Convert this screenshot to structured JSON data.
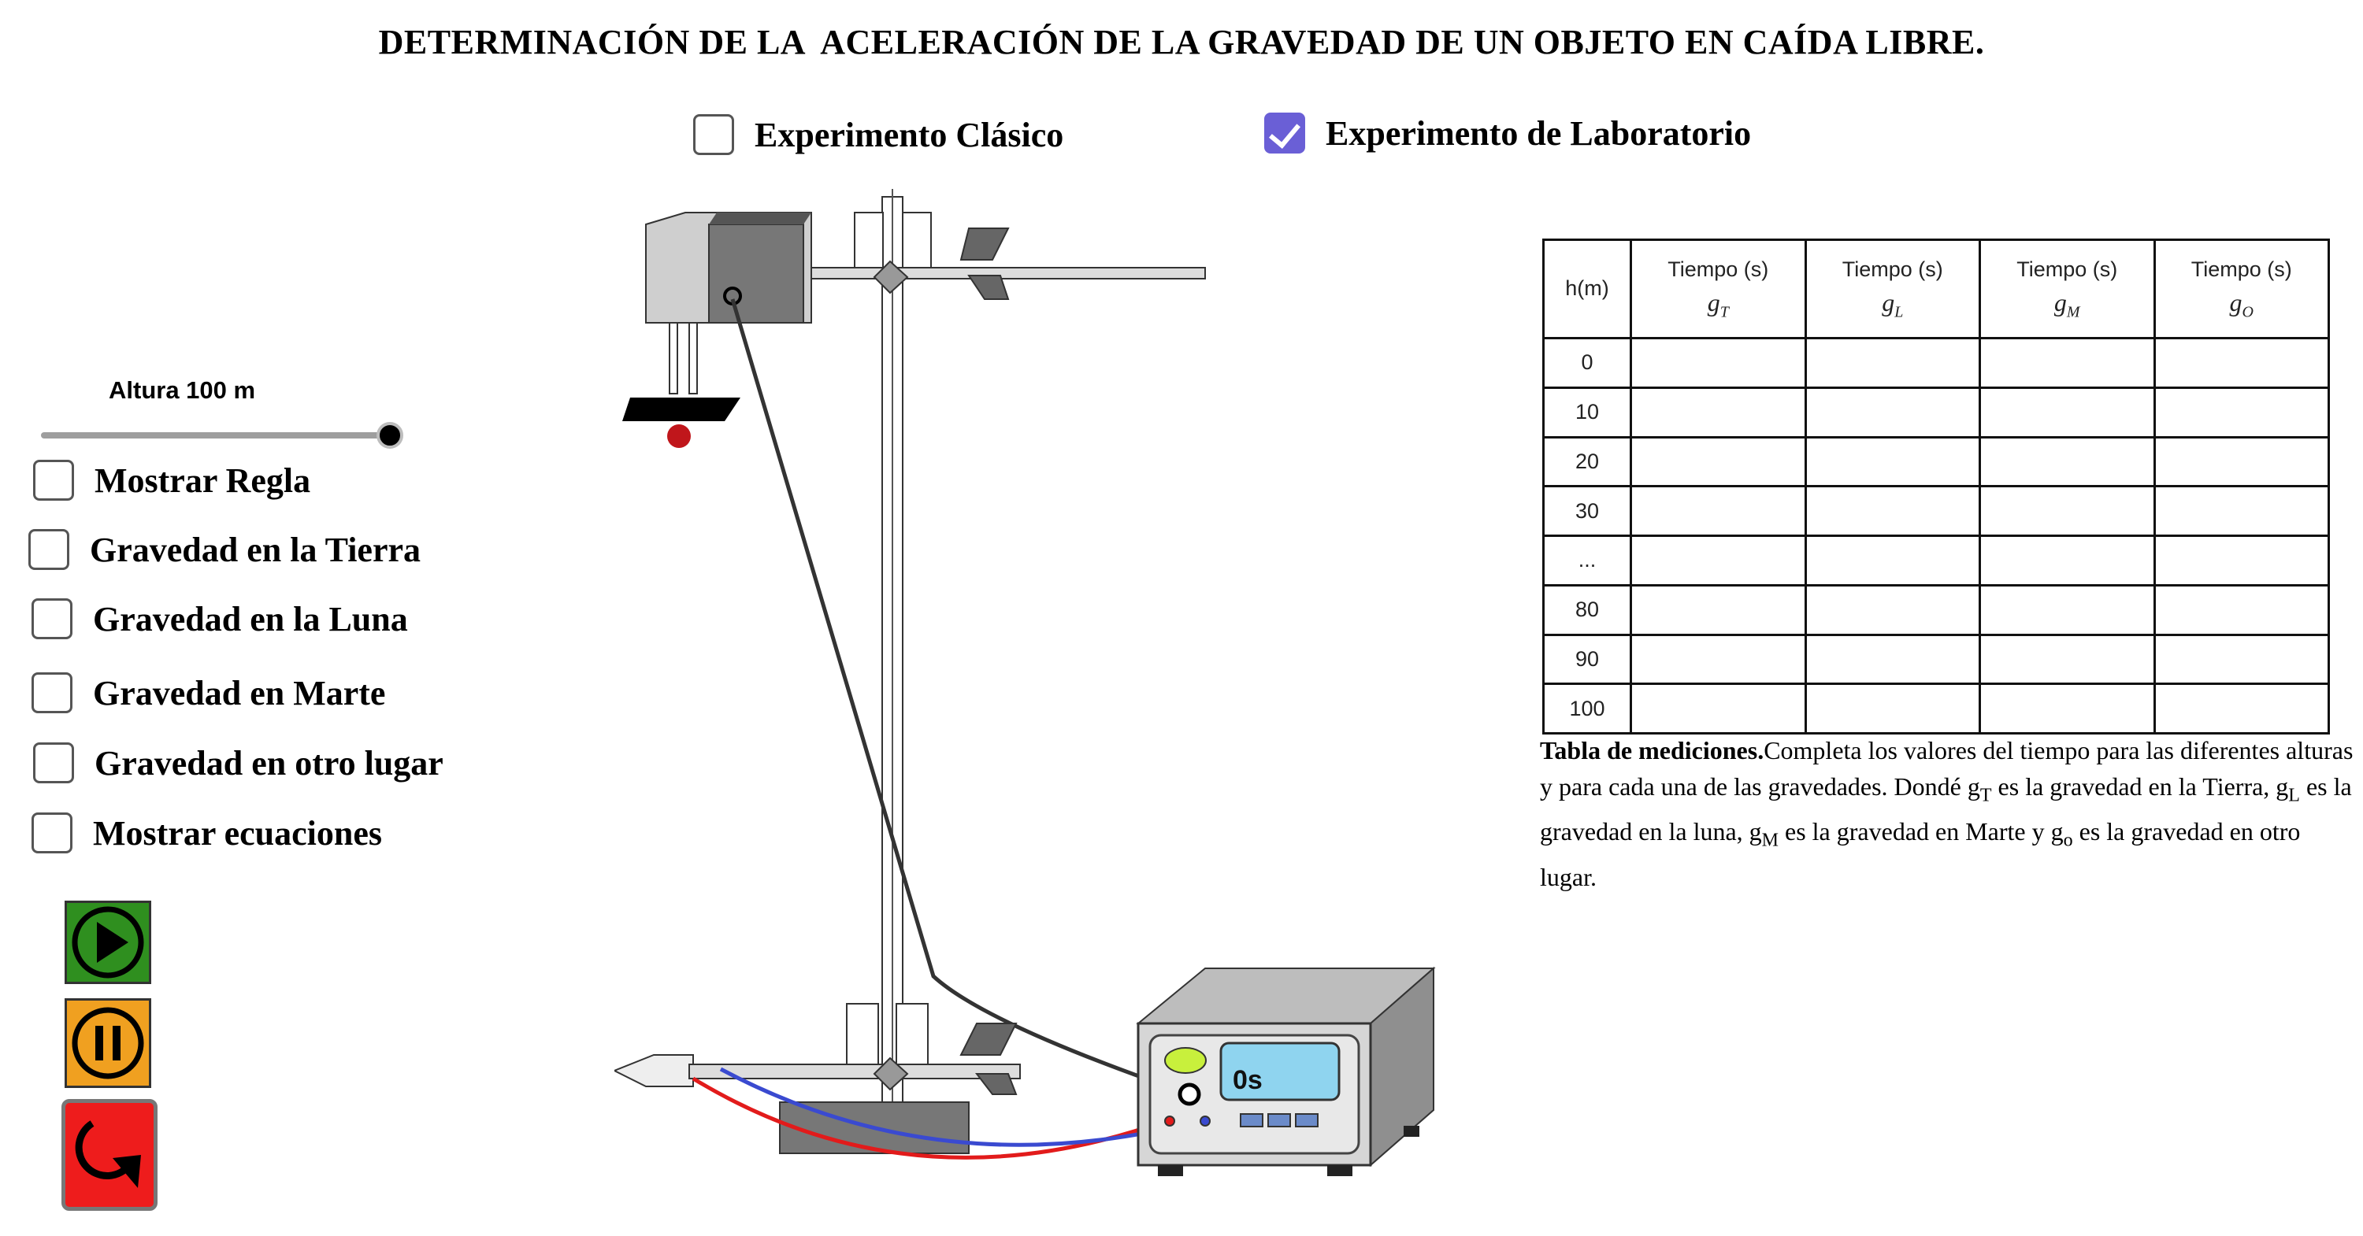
{
  "title": "DETERMINACIÓN DE LA  ACELERACIÓN DE LA GRAVEDAD DE UN OBJETO EN CAÍDA LIBRE.",
  "mode": {
    "classic": {
      "label": "Experimento Clásico",
      "checked": false
    },
    "lab": {
      "label": "Experimento de Laboratorio",
      "checked": true
    }
  },
  "slider": {
    "label": "Altura 100 m",
    "value": 100,
    "max": 100
  },
  "options": [
    {
      "label": "Mostrar Regla",
      "checked": false
    },
    {
      "label": "Gravedad en la Tierra",
      "checked": false
    },
    {
      "label": "Gravedad en la Luna",
      "checked": false
    },
    {
      "label": "Gravedad en Marte",
      "checked": false
    },
    {
      "label": "Gravedad en otro lugar",
      "checked": false
    },
    {
      "label": "Mostrar ecuaciones",
      "checked": false
    }
  ],
  "controls": {
    "play": "play-icon",
    "pause": "pause-icon",
    "reset": "reset-icon"
  },
  "colors": {
    "accent": "#6a5fd6",
    "play": "#2f8f1f",
    "pause": "#f0a020",
    "reset": "#ee1c1c",
    "ball": "#c0161b",
    "display": "#8fd4ef"
  },
  "timer": {
    "display": "0s"
  },
  "table": {
    "h_header": "h(m)",
    "time_header": "Tiempo (s)",
    "columns": [
      {
        "symbol": "g",
        "sub": "T"
      },
      {
        "symbol": "g",
        "sub": "L"
      },
      {
        "symbol": "g",
        "sub": "M"
      },
      {
        "symbol": "g",
        "sub": "O"
      }
    ],
    "rows": [
      "0",
      "10",
      "20",
      "30",
      "...",
      "80",
      "90",
      "100"
    ]
  },
  "caption": {
    "bold": "Tabla de mediciones.",
    "t1": "Completa los valores del tiempo para las diferentes alturas y para cada una de las gravedades. Dondé g",
    "s1": "T",
    "t2": " es la gravedad en la Tierra, g",
    "s2": "L",
    "t3": "  es la gravedad en la luna, g",
    "s3": "M",
    "t4": " es la  gravedad en Marte y g",
    "s4": "o",
    "t5": " es la gravedad en otro lugar."
  }
}
